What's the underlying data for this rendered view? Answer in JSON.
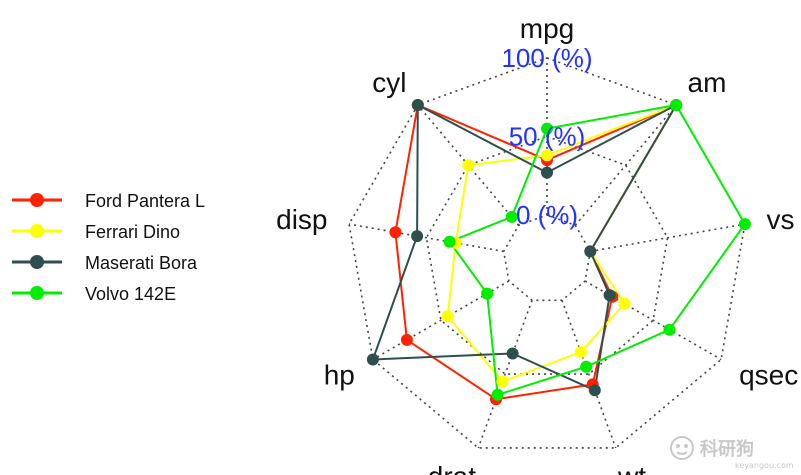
{
  "chart_data": {
    "type": "radar",
    "axes": [
      "mpg",
      "am",
      "vs",
      "qsec",
      "wt",
      "drat",
      "hp",
      "disp",
      "cyl"
    ],
    "ring_labels": [
      "0 (%)",
      "50 (%)",
      "100 (%)"
    ],
    "ring_range": [
      0,
      100
    ],
    "grid": true,
    "legend_position": "left",
    "series": [
      {
        "name": "Ford Pantera L",
        "color": "#ff2200",
        "values": [
          35,
          100,
          0,
          20,
          57,
          67,
          75,
          70,
          100
        ]
      },
      {
        "name": "Ferrari Dino",
        "color": "#ffff00",
        "values": [
          38,
          100,
          0,
          29,
          35,
          55,
          45,
          31,
          50
        ]
      },
      {
        "name": "Maserati Bora",
        "color": "#2f4f4f",
        "values": [
          27,
          100,
          0,
          18,
          61,
          36,
          100,
          56,
          100
        ]
      },
      {
        "name": "Volvo 142E",
        "color": "#00ee00",
        "values": [
          55,
          100,
          100,
          62,
          45,
          64,
          16,
          35,
          7
        ]
      }
    ],
    "ring_label_color": "#2233ff"
  },
  "watermark": {
    "text": "科研狗",
    "sub": "keyangou.com",
    "color": "#c8c8c8"
  }
}
